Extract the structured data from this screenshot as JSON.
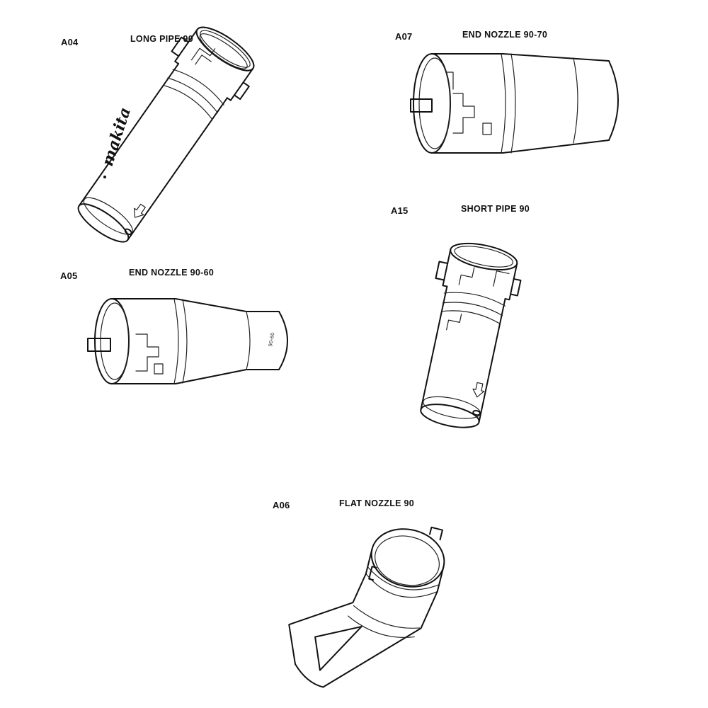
{
  "parts": [
    {
      "id": "a04",
      "code": "A04",
      "name": "LONG PIPE 90",
      "logo": "makita"
    },
    {
      "id": "a07",
      "code": "A07",
      "name": "END NOZZLE 90-70"
    },
    {
      "id": "a05",
      "code": "A05",
      "name": "END NOZZLE 90-60"
    },
    {
      "id": "a15",
      "code": "A15",
      "name": "SHORT PIPE 90"
    },
    {
      "id": "a06",
      "code": "A06",
      "name": "FLAT NOZZLE 90"
    }
  ]
}
